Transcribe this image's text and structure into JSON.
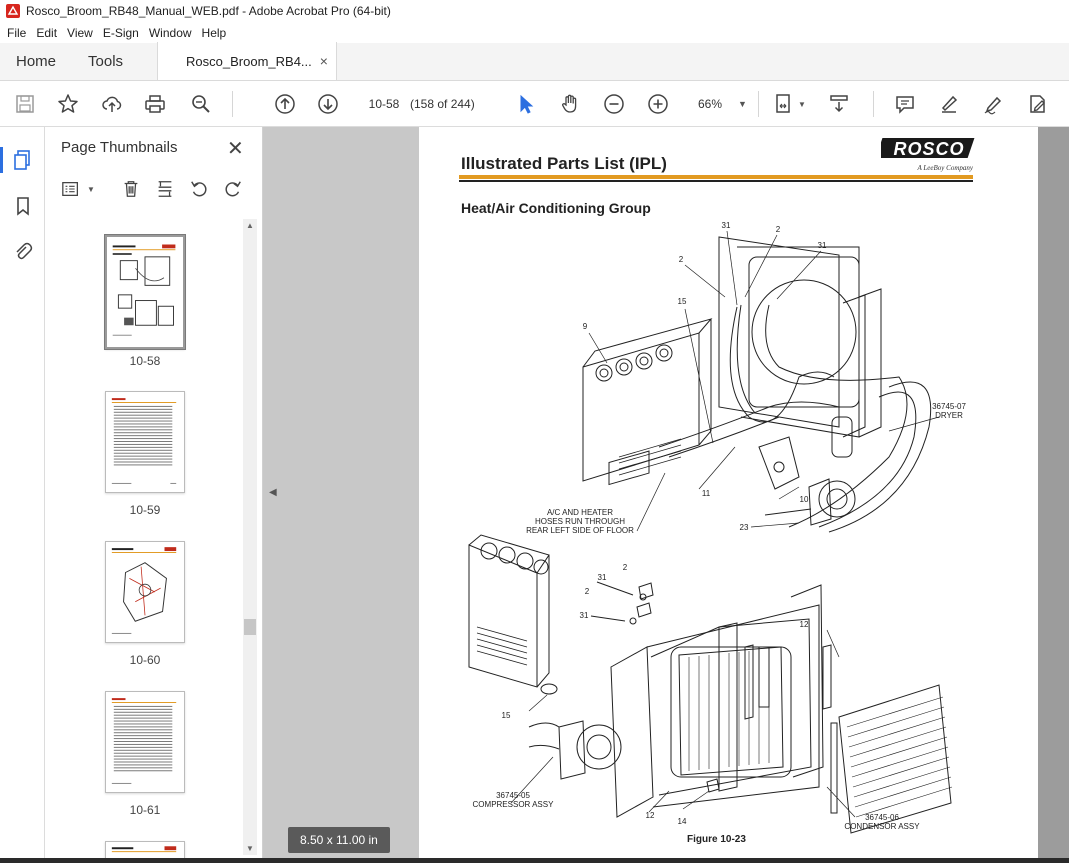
{
  "window": {
    "title": "Rosco_Broom_RB48_Manual_WEB.pdf - Adobe Acrobat Pro (64-bit)"
  },
  "menu": [
    "File",
    "Edit",
    "View",
    "E-Sign",
    "Window",
    "Help"
  ],
  "tabs": {
    "home": "Home",
    "tools": "Tools",
    "document": "Rosco_Broom_RB4...",
    "close": "×"
  },
  "toolbar": {
    "page_value": "10-58",
    "page_count": "(158 of 244)",
    "zoom": "66%",
    "icons": [
      "save-icon",
      "bookmark-star-icon",
      "upload-cloud-icon",
      "print-icon",
      "zoom-search-icon",
      "page-up-icon",
      "page-down-icon",
      "select-pointer-icon",
      "hand-icon",
      "zoom-out-icon",
      "zoom-in-icon",
      "fit-page-icon",
      "scroll-mode-icon",
      "comment-icon",
      "highlight-pen-icon",
      "sign-icon",
      "edit-pdf-icon"
    ]
  },
  "thumbnails_panel": {
    "title": "Page Thumbnails",
    "close": "✕",
    "pages": [
      {
        "label": "10-58",
        "selected": true
      },
      {
        "label": "10-59",
        "selected": false
      },
      {
        "label": "10-60",
        "selected": false
      },
      {
        "label": "10-61",
        "selected": false
      }
    ]
  },
  "page": {
    "header_title": "Illustrated Parts List (IPL)",
    "logo_text": "ROSCO",
    "logo_sub": "A LeeBoy Company",
    "section_title": "Heat/Air Conditioning Group",
    "figure_caption": "Figure 10-23",
    "callouts": [
      {
        "id": "c31a",
        "text": "31"
      },
      {
        "id": "c2a",
        "text": "2"
      },
      {
        "id": "c31b",
        "text": "31"
      },
      {
        "id": "c2b",
        "text": "2"
      },
      {
        "id": "c15a",
        "text": "15"
      },
      {
        "id": "c9",
        "text": "9"
      },
      {
        "id": "cdryer",
        "text": "36745-07\nDRYER"
      },
      {
        "id": "c11",
        "text": "11"
      },
      {
        "id": "c10",
        "text": "10"
      },
      {
        "id": "c23",
        "text": "23"
      },
      {
        "id": "chose",
        "text": "A/C AND HEATER\nHOSES RUN THROUGH\nREAR LEFT SIDE OF FLOOR"
      },
      {
        "id": "c2c",
        "text": "2"
      },
      {
        "id": "c31c",
        "text": "31"
      },
      {
        "id": "c2d",
        "text": "2"
      },
      {
        "id": "c31d",
        "text": "31"
      },
      {
        "id": "c12a",
        "text": "12"
      },
      {
        "id": "c15b",
        "text": "15"
      },
      {
        "id": "ccomp",
        "text": "36745-05\nCOMPRESSOR ASSY"
      },
      {
        "id": "c14",
        "text": "14"
      },
      {
        "id": "c12b",
        "text": "12"
      },
      {
        "id": "ccond",
        "text": "36745-06\nCONDENSOR ASSY"
      }
    ]
  },
  "status": {
    "page_size": "8.50 x 11.00 in"
  },
  "colors": {
    "accent": "#e29a21",
    "selection_blue": "#2c6fe0",
    "logo_red": "#c02b1b"
  }
}
